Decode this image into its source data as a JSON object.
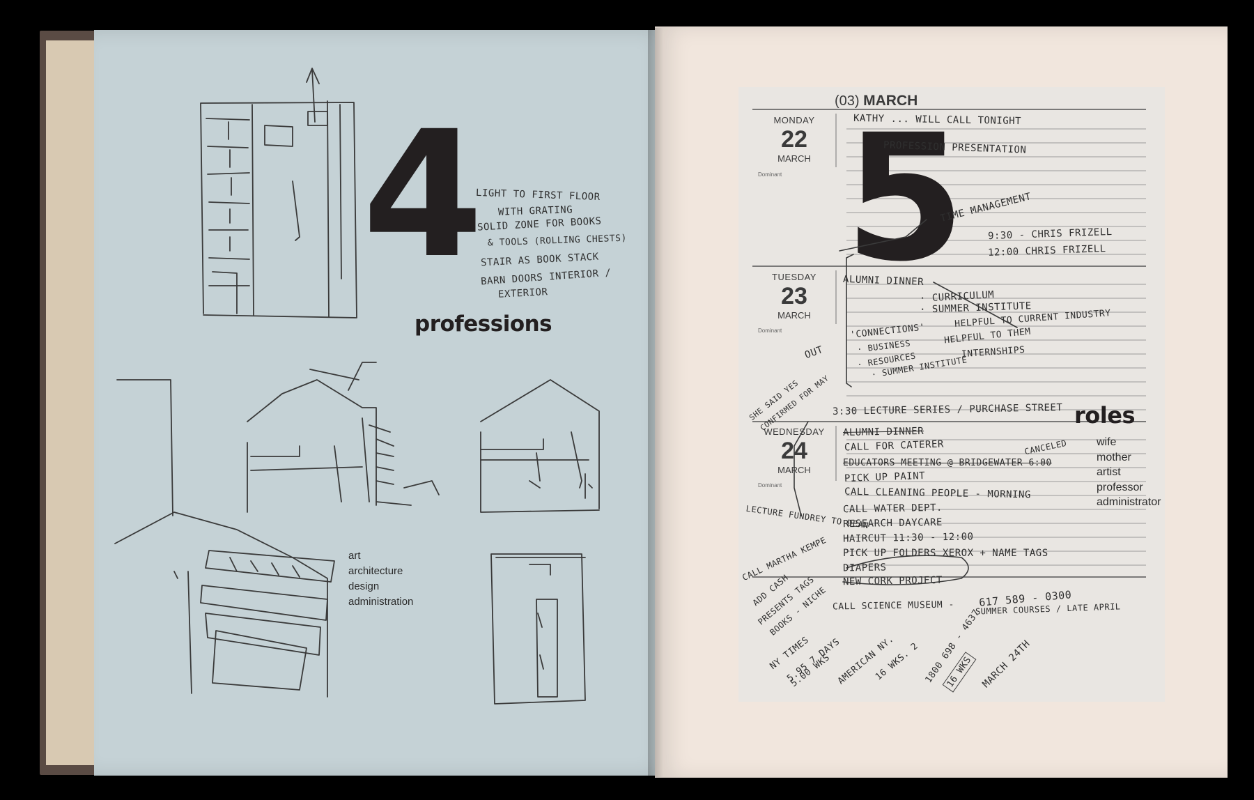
{
  "left_page": {
    "number": "4",
    "title": "professions",
    "list": [
      "art",
      "architecture",
      "design",
      "administration"
    ],
    "notes": [
      "LIGHT TO FIRST FLOOR",
      "WITH GRATING",
      "SOLID ZONE FOR BOOKS",
      "& TOOLS (ROLLING CHESTS)",
      "STAIR AS BOOK STACK",
      "BARN DOORS INTERIOR /",
      "EXTERIOR"
    ]
  },
  "right_page": {
    "number": "5",
    "title": "roles",
    "list": [
      "wife",
      "mother",
      "artist",
      "professor",
      "administrator"
    ],
    "planner": {
      "month_num": "(03)",
      "month": "MARCH",
      "days": [
        {
          "name": "MONDAY",
          "num": "22",
          "month": "MARCH",
          "tag": "Dominant"
        },
        {
          "name": "TUESDAY",
          "num": "23",
          "month": "MARCH",
          "tag": "Dominant"
        },
        {
          "name": "WEDNESDAY",
          "num": "24",
          "month": "MARCH",
          "tag": "Dominant"
        }
      ]
    },
    "notes": [
      "KATHY ... WILL CALL TONIGHT",
      "PROFESSION PRESENTATION",
      "TIME MANAGEMENT",
      "9:30 - CHRIS FRIZELL",
      "12:00 CHRIS FRIZELL",
      "ALUMNI DINNER",
      "· CURRICULUM",
      "· SUMMER INSTITUTE",
      "HELPFUL TO CURRENT INDUSTRY",
      "'CONNECTIONS'",
      "· BUSINESS",
      "· RESOURCES",
      "· SUMMER INSTITUTE",
      "HELPFUL TO THEM",
      "INTERNSHIPS",
      "OUT",
      "SHE SAID YES",
      "CONFIRMED FOR MAY",
      "3:30 LECTURE SERIES / PURCHASE STREET",
      "ALUMNI DINNER",
      "CALL FOR CATERER",
      "CANCELED",
      "EDUCATORS MEETING @ BRIDGEWATER 6:00",
      "PICK UP PAINT",
      "CALL CLEANING PEOPLE - MORNING",
      "CALL WATER DEPT.",
      "RESEARCH DAYCARE",
      "HAIRCUT 11:30 - 12:00",
      "PICK UP FOLDERS XEROX + NAME TAGS",
      "DIAPERS",
      "NEW CORK PROJECT",
      "LECTURE FUNDREY TO DEAN",
      "CALL MARTHA KEMPE",
      "ADD CASH",
      "PRESENTS TAGS",
      "BOOKS - NICHE",
      "CALL SCIENCE MUSEUM -",
      "617 589 - 0300",
      "SUMMER COURSES / LATE APRIL",
      "NY TIMES",
      "5.95 7 DAYS",
      "5.00 WKS",
      "AMERICAN NY.",
      "16 WKS. 2",
      "1800 698 - 4637",
      "16 WKS",
      "MARCH 24TH"
    ]
  },
  "colors": {
    "left_paper": "#c5d2d6",
    "right_paper": "#f1e6dd",
    "ink": "#231f20",
    "background": "#000000"
  }
}
